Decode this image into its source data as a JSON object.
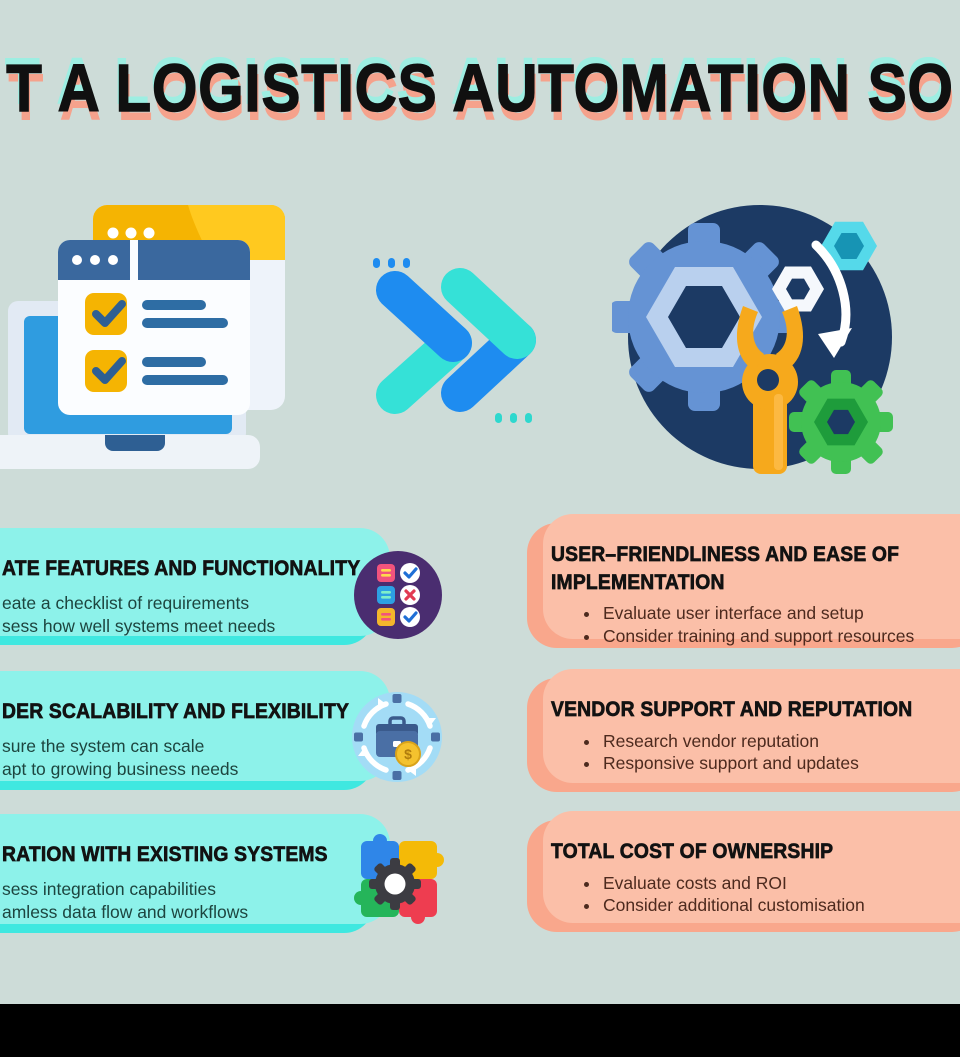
{
  "title": "T A LOGISTICS AUTOMATION SO",
  "colors": {
    "background": "#cddcd8",
    "cyan_card": "#3fe8e0",
    "cyan_card_offset_shadow": "#8df2ea",
    "salmon_card": "#f9a78c",
    "salmon_card_offset_shadow": "#fbbfa8",
    "title_text": "#101010",
    "title_highlight": "#9deee2",
    "title_shadow": "#f5a28c",
    "cyan_card_text": "#1d453f",
    "salmon_card_text": "#4d2a1e",
    "footer_bar": "#000000"
  },
  "illustrations": {
    "left": "browser-checklist-laptop-illustration",
    "center": "double-chevron-forward-arrows",
    "right": "automation-gears-wrench-illustration"
  },
  "icons": {
    "dollar_symbol": "$",
    "card_icons": [
      "task-status-checklist-icon",
      "briefcase-sync-icon",
      "puzzle-gears-icon"
    ]
  },
  "cards": {
    "left": [
      {
        "title": "ATE FEATURES AND FUNCTIONALITY",
        "lines": [
          "eate a checklist of requirements",
          "sess how well systems meet needs"
        ]
      },
      {
        "title": "DER SCALABILITY AND FLEXIBILITY",
        "lines": [
          "sure the system can scale",
          "apt to growing business needs"
        ]
      },
      {
        "title": "RATION WITH EXISTING SYSTEMS",
        "lines": [
          "sess integration capabilities",
          "amless data flow and workflows"
        ]
      }
    ],
    "right": [
      {
        "title": "USER–FRIENDLINESS AND EASE OF IMPLEMENTATION",
        "bullets": [
          "Evaluate user interface and setup",
          "Consider training and support resources"
        ]
      },
      {
        "title": "VENDOR SUPPORT AND REPUTATION",
        "bullets": [
          "Research vendor reputation",
          "Responsive support and updates"
        ]
      },
      {
        "title": "TOTAL COST OF OWNERSHIP",
        "bullets": [
          "Evaluate costs and ROI",
          "Consider additional customisation"
        ]
      }
    ]
  }
}
